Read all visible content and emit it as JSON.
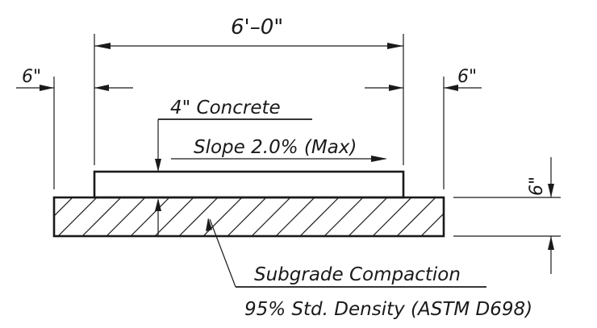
{
  "dimensions": {
    "overall_width": "6'–0\"",
    "left_offset": "6\"",
    "right_offset": "6\"",
    "slab_thickness": "6\""
  },
  "notes": {
    "concrete": "4\" Concrete",
    "slope": "Slope 2.0% (Max)",
    "subgrade_line1": "Subgrade Compaction",
    "subgrade_line2": "95% Std. Density (ASTM D698)"
  }
}
